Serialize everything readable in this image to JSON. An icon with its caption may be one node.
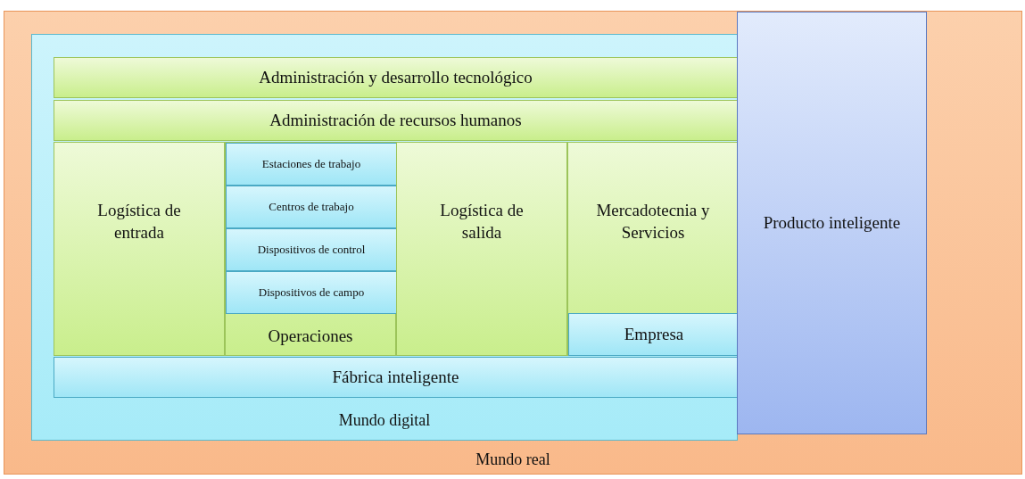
{
  "diagram": {
    "nodes": [
      {
        "text": [
          "Mundo real"
        ]
      },
      {
        "text": [
          "Mundo digital"
        ],
        "in": 0
      },
      {
        "text": [
          "Producto inteligente"
        ],
        "in": 0
      },
      {
        "text": [
          "Administración y desarrollo tecnológico"
        ],
        "in": 1
      },
      {
        "text": [
          "Administración de recursos humanos"
        ],
        "in": 1
      },
      {
        "text": [
          "Logística de entrada"
        ],
        "in": 1
      },
      {
        "text": [
          "Operaciones"
        ],
        "in": 1
      },
      {
        "text": [
          "Estaciones de trabajo"
        ],
        "in": 6
      },
      {
        "text": [
          "Centros de trabajo"
        ],
        "in": 6
      },
      {
        "text": [
          "Dispositivos de control"
        ],
        "in": 6
      },
      {
        "text": [
          "Dispositivos de campo"
        ],
        "in": 6
      },
      {
        "text": [
          "Logística de salida"
        ],
        "in": 1
      },
      {
        "text": [
          "Mercadotecnia y Servicios"
        ],
        "in": 1
      },
      {
        "text": [
          "Empresa"
        ],
        "in": 12
      },
      {
        "text": [
          "Fábrica inteligente"
        ],
        "in": 1
      }
    ]
  }
}
